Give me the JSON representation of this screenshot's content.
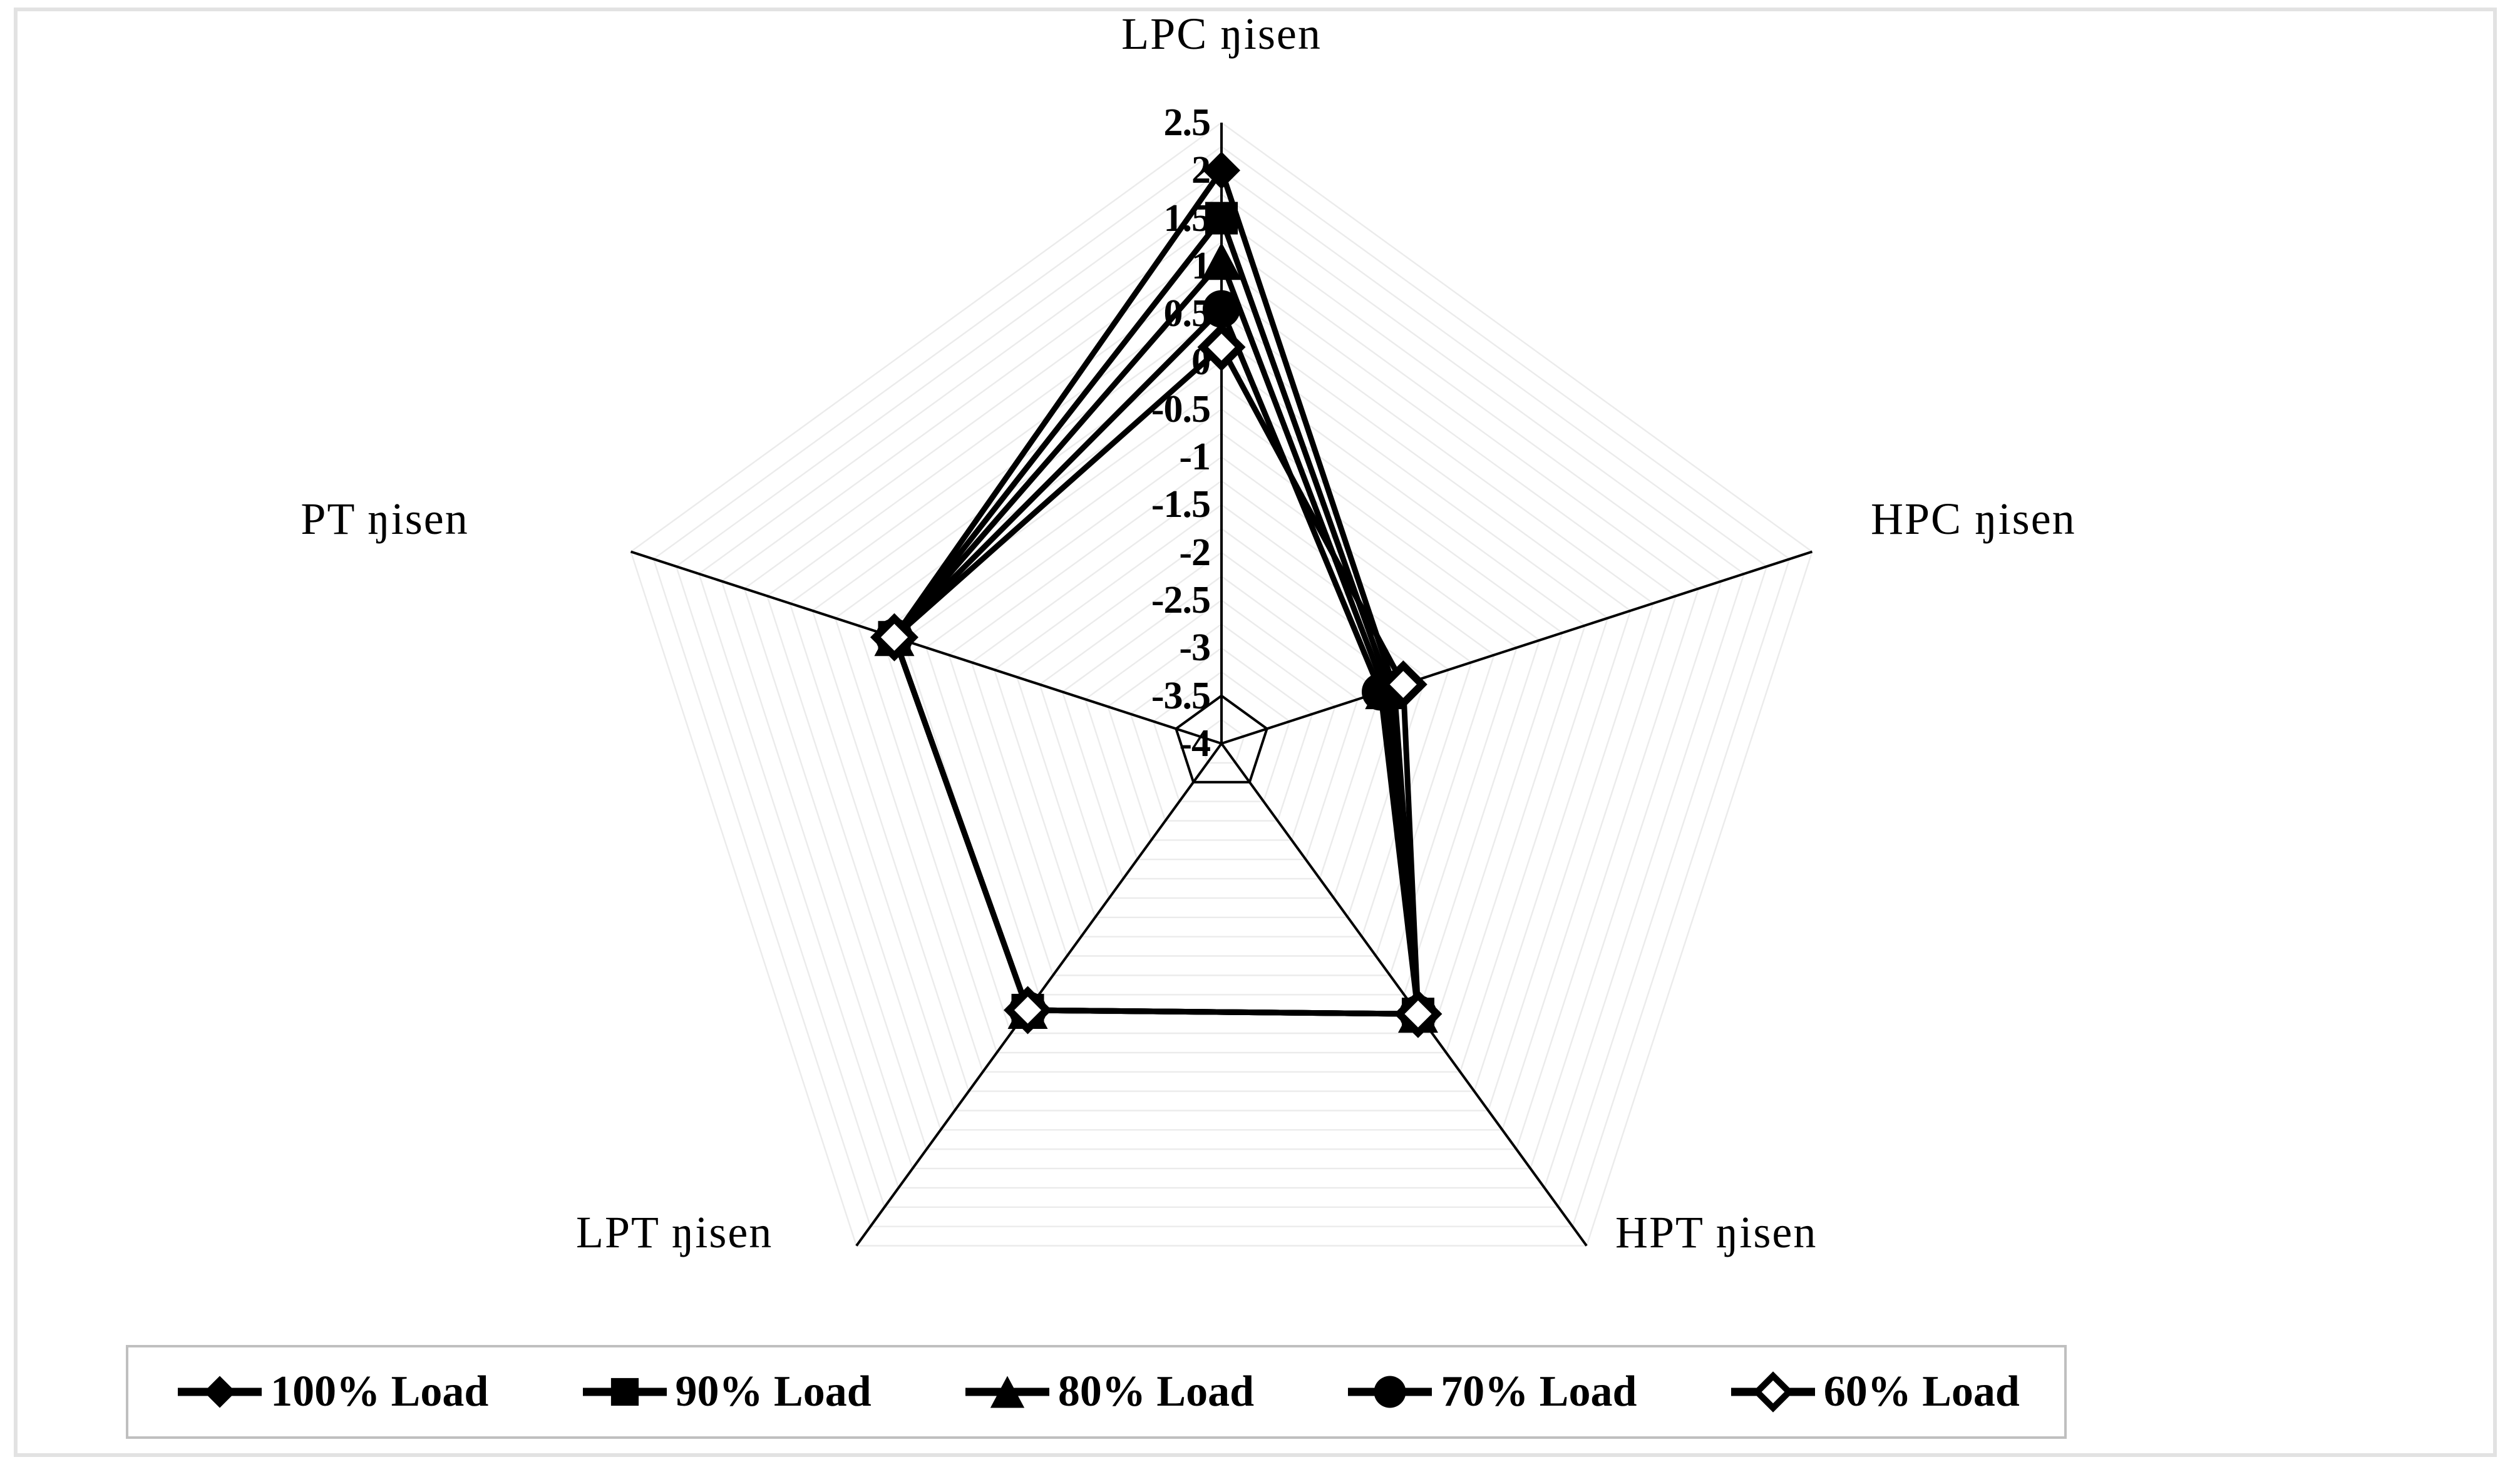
{
  "chart_data": {
    "type": "radar",
    "title": "",
    "categories": [
      "LPC ŋisen",
      "HPC ŋisen",
      "HPT ŋisen",
      "LPT ŋisen",
      "PT ŋisen"
    ],
    "tick_labels": [
      "2.5",
      "2",
      "1.5",
      "1",
      "0.5",
      "0",
      "-0.5",
      "-1",
      "-1.5",
      "-2",
      "-2.5",
      "-3",
      "-3.5",
      "-4"
    ],
    "rlim": [
      -4,
      2.5
    ],
    "rstep": 0.5,
    "grid": true,
    "legend_position": "bottom",
    "series": [
      {
        "name": "100% Load",
        "marker": "filled-diamond",
        "values": [
          2.0,
          -2.1,
          -0.5,
          -0.55,
          -0.4
        ]
      },
      {
        "name": "90% Load",
        "marker": "filled-square",
        "values": [
          1.5,
          -2.15,
          -0.5,
          -0.55,
          -0.4
        ]
      },
      {
        "name": "80% Load",
        "marker": "filled-triangle",
        "values": [
          1.05,
          -2.2,
          -0.5,
          -0.55,
          -0.4
        ]
      },
      {
        "name": "70% Load",
        "marker": "filled-circle",
        "values": [
          0.55,
          -2.25,
          -0.5,
          -0.55,
          -0.4
        ]
      },
      {
        "name": "60% Load",
        "marker": "open-diamond",
        "values": [
          0.15,
          -2.0,
          -0.5,
          -0.55,
          -0.4
        ]
      }
    ]
  },
  "axis_labels": {
    "top": "LPC ŋisen",
    "right": "HPC ŋisen",
    "bottom_right": "HPT ŋisen",
    "bottom_left": "LPT ŋisen",
    "left": "PT ŋisen"
  },
  "ticks": [
    "2.5",
    "2",
    "1.5",
    "1",
    "0.5",
    "0",
    "-0.5",
    "-1",
    "-1.5",
    "-2",
    "-2.5",
    "-3",
    "-3.5",
    "-4"
  ],
  "legend": {
    "items": [
      {
        "label": "100% Load",
        "marker": "filled-diamond"
      },
      {
        "label": "90% Load",
        "marker": "filled-square"
      },
      {
        "label": "80% Load",
        "marker": "filled-triangle"
      },
      {
        "label": "70% Load",
        "marker": "filled-circle"
      },
      {
        "label": "60% Load",
        "marker": "open-diamond"
      }
    ]
  },
  "colors": {
    "series": "#000000",
    "grid": "#ebebeb",
    "spoke": "#000000",
    "frame": "#e2e2e2",
    "legend_border": "#bfbfbf"
  }
}
